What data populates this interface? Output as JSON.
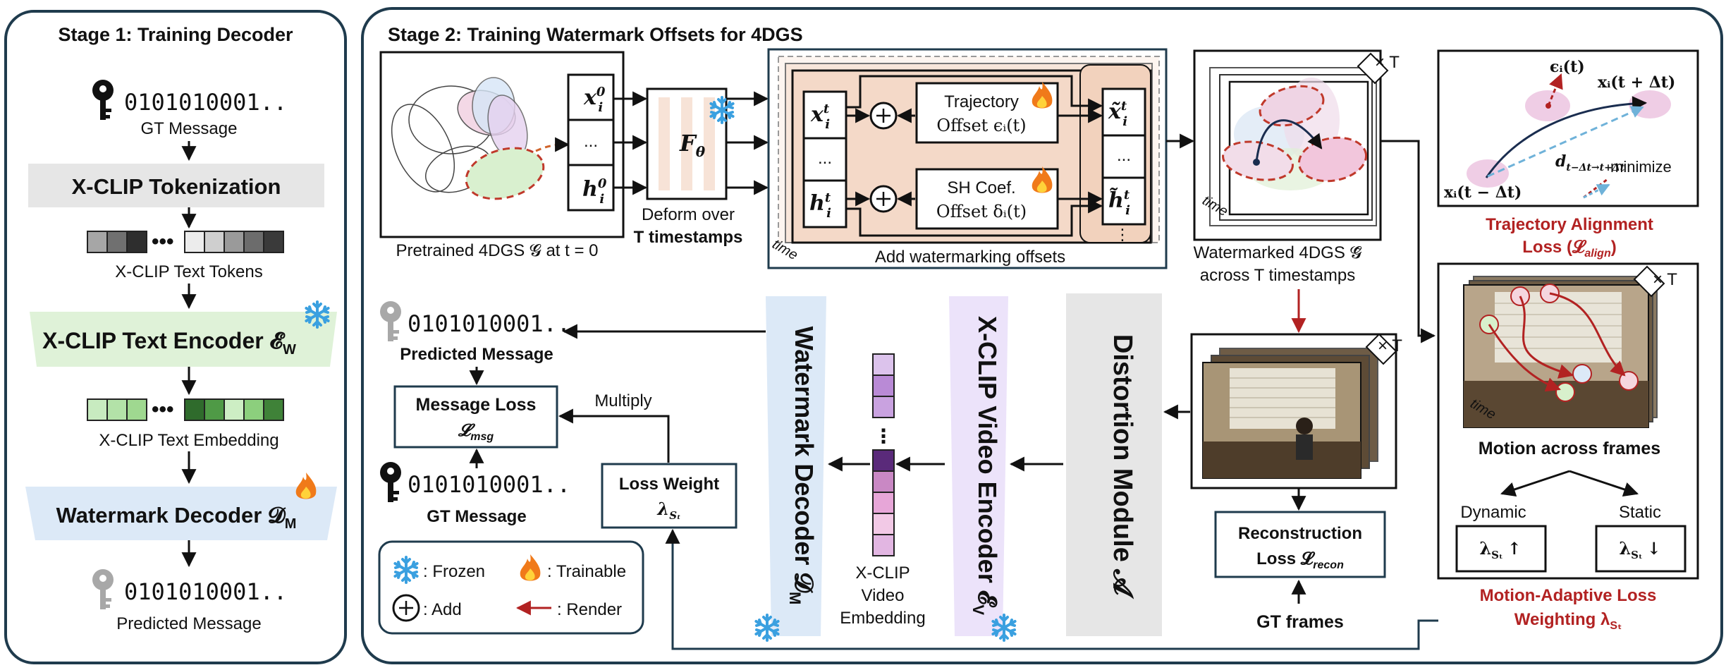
{
  "stage1": {
    "title": "Stage 1: Training Decoder",
    "gt_bits": "0101010001..",
    "gt_label": "GT Message",
    "tokenization": "X-CLIP Tokenization",
    "text_tokens": "X-CLIP Text Tokens",
    "text_encoder": "X-CLIP Text Encoder 𝓔",
    "text_encoder_sub": "W",
    "text_embedding": "X-CLIP Text Embedding",
    "decoder": "Watermark Decoder 𝓓",
    "decoder_sub": "M",
    "pred_bits": "0101010001..",
    "pred_label": "Predicted Message"
  },
  "stage2": {
    "title": "Stage 2: Training Watermark Offsets for 4DGS",
    "pretrained_caption": "Pretrained 4DGS 𝓖 at t = 0",
    "x0": "x",
    "h0": "h",
    "ellipsis": "...",
    "f_theta": "F",
    "f_theta_sub": "θ",
    "deform_line1": "Deform over",
    "deform_line2": "T timestamps",
    "xt": "x",
    "ht": "h",
    "trajectory_line1": "Trajectory",
    "trajectory_line2": "Offset ϵᵢ(t)",
    "sh_line1": "SH Coef.",
    "sh_line2": "Offset δᵢ(t)",
    "add_offsets": "Add watermarking offsets",
    "time_label": "time",
    "xt_tilde": "x̃",
    "ht_tilde": "h̃",
    "times_T": "× T",
    "watermarked_line1": "Watermarked 4DGS 𝓖̃",
    "watermarked_line2": "across T timestamps",
    "traj_eps": "ϵᵢ(t)",
    "traj_x_plus": "xᵢ(t + Δt)",
    "traj_d": "d",
    "traj_d_sub": "t−Δt→t+Δt",
    "traj_minimize": "minimize",
    "traj_x_minus": "xᵢ(t − Δt)",
    "traj_loss_line1": "Trajectory Alignment",
    "traj_loss_line2": "Loss (𝓛",
    "traj_loss_sub": "align",
    "motion_label": "Motion across frames",
    "dynamic": "Dynamic",
    "static": "Static",
    "lambda": "λ",
    "lambda_sub": "Sₜ",
    "up_arrow": "↑",
    "down_arrow": "↓",
    "adaptive_line1": "Motion-Adaptive Loss",
    "adaptive_line2": "Weighting λ",
    "pred_bits": "0101010001..",
    "pred_label": "Predicted Message",
    "msg_loss": "Message Loss",
    "msg_loss_sym": "𝓛",
    "msg_loss_sub": "msg",
    "gt_bits": "0101010001..",
    "gt_label": "GT Message",
    "multiply": "Multiply",
    "loss_weight": "Loss Weight",
    "wm_decoder": "Watermark Decoder 𝓓",
    "wm_decoder_sub": "M",
    "video_emb_line1": "X-CLIP",
    "video_emb_line2": "Video",
    "video_emb_line3": "Embedding",
    "video_encoder": "X-CLIP Video Encoder 𝓔",
    "video_encoder_sub": "V",
    "distortion": "Distortion Module 𝓐",
    "recon_line1": "Reconstruction",
    "recon_line2": "Loss 𝓛",
    "recon_sub": "recon",
    "gt_frames": "GT frames"
  },
  "legend": {
    "frozen": ": Frozen",
    "trainable": ": Trainable",
    "add": ": Add",
    "render": ": Render"
  },
  "colors": {
    "border": "#1f3b4d",
    "accent_red": "#b22222",
    "tokenization_gray": "#e6e6e6",
    "encoder_green": "#dff2d8",
    "decoder_blue": "#dce9f7",
    "video_purple": "#ece3fa",
    "deform_peach": "#f7e3d7",
    "offset_panel": "#f4d9c8"
  },
  "icons": [
    "key-icon",
    "snowflake-icon",
    "fire-icon",
    "plus-circle-icon",
    "arrow-icon"
  ]
}
